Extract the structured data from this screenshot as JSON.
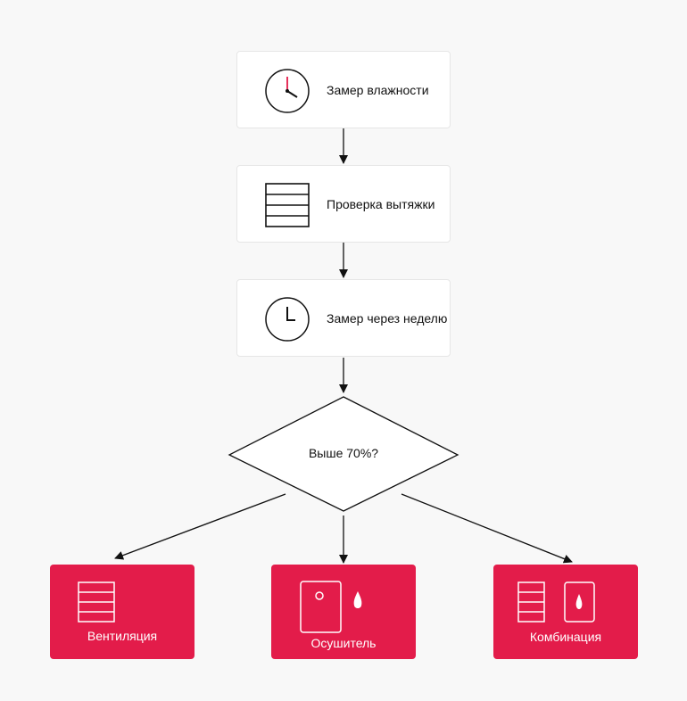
{
  "colors": {
    "accent": "#e31c4a",
    "background": "#f8f8f8",
    "card": "#ffffff",
    "line": "#111111"
  },
  "steps": [
    {
      "label": "Замер влажности",
      "icon": "clock-icon"
    },
    {
      "label": "Проверка вытяжки",
      "icon": "vent-grille-icon"
    },
    {
      "label": "Замер через неделю",
      "icon": "clock-icon"
    }
  ],
  "decision": {
    "label": "Выше 70%?"
  },
  "outcomes": [
    {
      "label": "Вентиляция",
      "icon": "vent-grille-icon"
    },
    {
      "label": "Осушитель",
      "icon": "dehumidifier-icon"
    },
    {
      "label": "Комбинация",
      "icon": "vent-and-dehumidifier-icon"
    }
  ]
}
